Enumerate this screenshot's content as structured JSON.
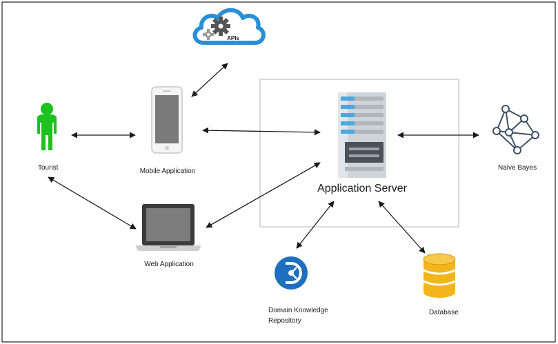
{
  "diagram": {
    "nodes": {
      "apis": {
        "label": "APIs",
        "icon": "cloud-gears-icon"
      },
      "tourist": {
        "label": "Tourist",
        "icon": "person-icon"
      },
      "mobile": {
        "label": "Mobile Application",
        "icon": "smartphone-icon"
      },
      "server": {
        "label": "Application Server",
        "icon": "server-rack-icon"
      },
      "naive_bayes": {
        "label": "Naive Bayes",
        "icon": "network-graph-icon"
      },
      "web": {
        "label": "Web Application",
        "icon": "laptop-icon"
      },
      "domain_repo": {
        "label_line1": "Domain Knowledge",
        "label_line2": "Repository",
        "icon": "knowledge-repository-icon"
      },
      "database": {
        "label": "Database",
        "icon": "database-icon"
      }
    },
    "edges": [
      {
        "from": "mobile",
        "to": "apis",
        "direction": "both"
      },
      {
        "from": "tourist",
        "to": "mobile",
        "direction": "both"
      },
      {
        "from": "mobile",
        "to": "server",
        "direction": "both"
      },
      {
        "from": "server",
        "to": "naive_bayes",
        "direction": "both"
      },
      {
        "from": "tourist",
        "to": "web",
        "direction": "both"
      },
      {
        "from": "web",
        "to": "server",
        "direction": "both"
      },
      {
        "from": "server",
        "to": "domain_repo",
        "direction": "both"
      },
      {
        "from": "server",
        "to": "database",
        "direction": "both"
      }
    ],
    "colors": {
      "person": "#1ec21e",
      "cloud": "#2a8fd6",
      "gear": "#555555",
      "server_body": "#cfd4d8",
      "server_accent": "#4aa8e0",
      "repository": "#1f6fc0",
      "database": "#f2b51c",
      "arrow": "#1a1a1a"
    }
  }
}
